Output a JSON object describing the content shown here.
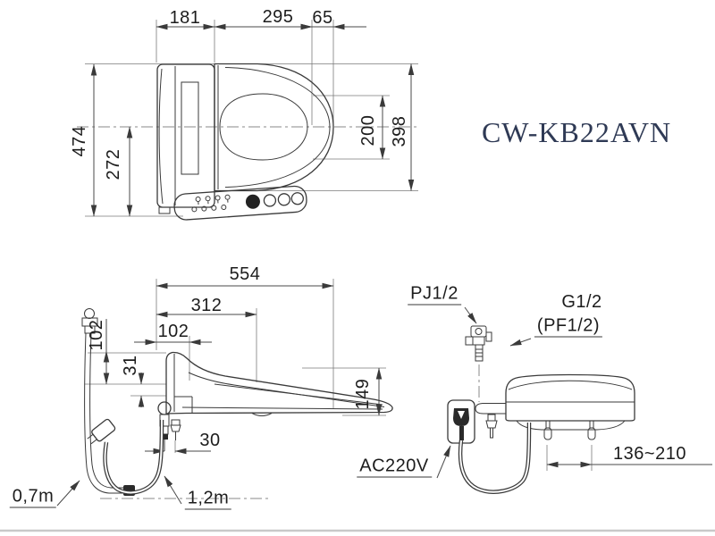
{
  "model_label": "CW-KB22AVN",
  "colors": {
    "line": "#3a3a3a",
    "dimension": "#4a4a4a",
    "text": "#1c1c1c",
    "model_text": "#2f3a55",
    "page_rule": "#c9c9c9"
  },
  "top_view": {
    "dim_rear_width": "181",
    "dim_mid_width": "295",
    "dim_front_width": "65",
    "dim_total_depth": "474",
    "dim_lower_depth": "272",
    "dim_opening_width": "200",
    "dim_seat_width": "398"
  },
  "side_view": {
    "dim_total_length": "554",
    "dim_mid_length": "312",
    "dim_rear_length": "102",
    "dim_rear_height": "102",
    "dim_step_height": "31",
    "dim_front_height": "149",
    "dim_fitting_offset": "30",
    "hose_length": "0,7m",
    "cord_length": "1,2m"
  },
  "rear_view": {
    "inlet_label": "PJ1/2",
    "thread_label": "G1/2",
    "thread_alt_label": "(PF1/2)",
    "power_label": "AC220V",
    "bolt_pitch": "136~210"
  }
}
